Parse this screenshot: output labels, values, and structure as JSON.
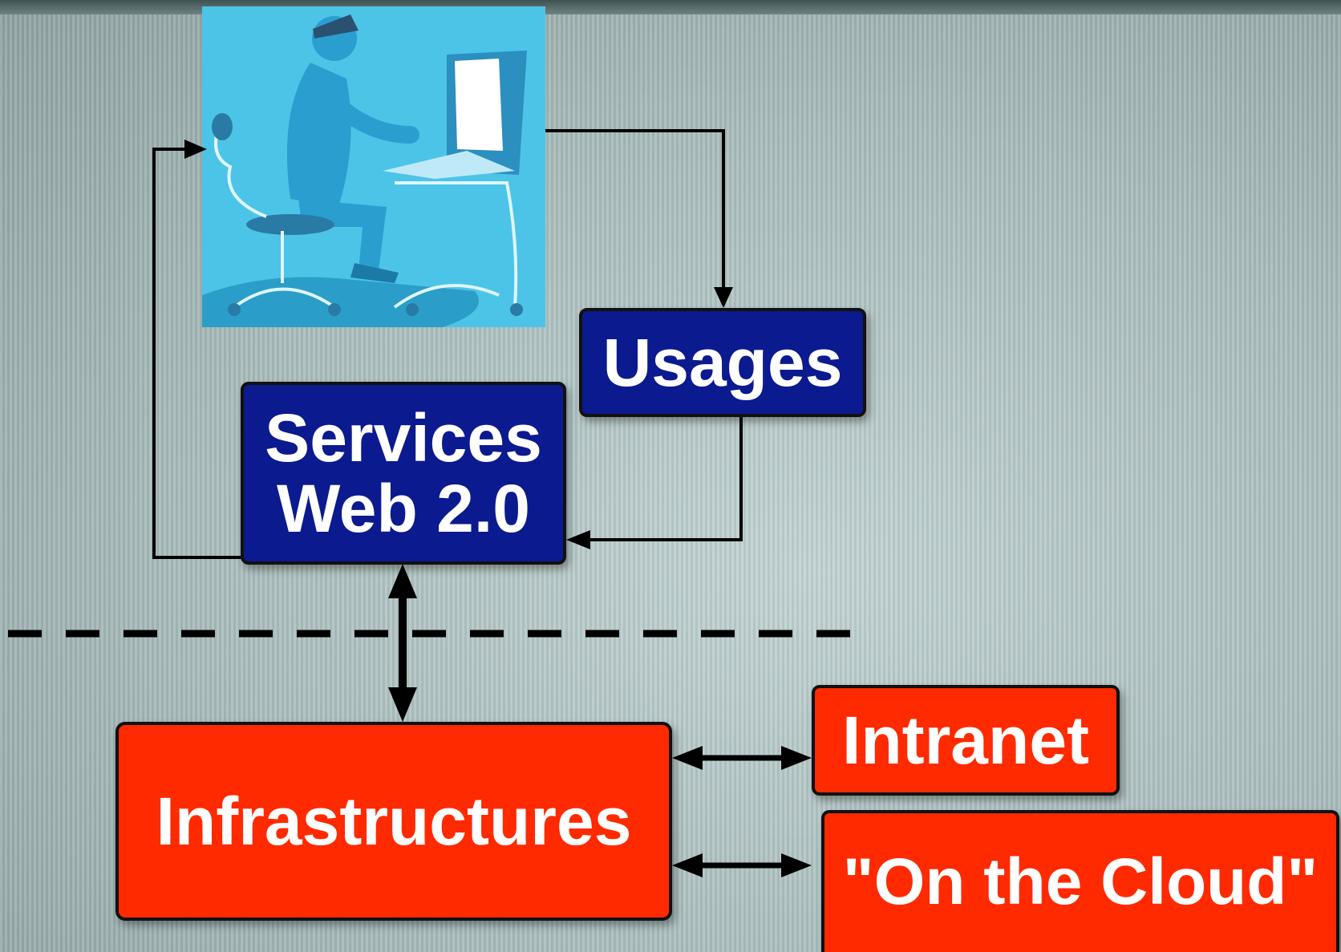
{
  "diagram": {
    "nodes": {
      "services": {
        "label": "Services\nWeb 2.0",
        "color": "#0b1a8f"
      },
      "usages": {
        "label": "Usages",
        "color": "#0b1a8f"
      },
      "infrastructures": {
        "label": "Infrastructures",
        "color": "#ff2a00"
      },
      "intranet": {
        "label": "Intranet",
        "color": "#ff2a00"
      },
      "cloud": {
        "label": "\"On the Cloud\"",
        "color": "#ff2a00"
      }
    },
    "image": {
      "icon": "user-at-computer-icon",
      "background": "#4cc4e8"
    },
    "edges": [
      {
        "from": "user-at-computer-icon",
        "to": "usages",
        "direction": "forward"
      },
      {
        "from": "usages",
        "to": "services",
        "direction": "forward"
      },
      {
        "from": "services",
        "to": "user-at-computer-icon",
        "direction": "forward"
      },
      {
        "from": "services",
        "to": "infrastructures",
        "direction": "both"
      },
      {
        "from": "infrastructures",
        "to": "intranet",
        "direction": "both"
      },
      {
        "from": "infrastructures",
        "to": "cloud",
        "direction": "both"
      }
    ],
    "separator": "dashed"
  }
}
